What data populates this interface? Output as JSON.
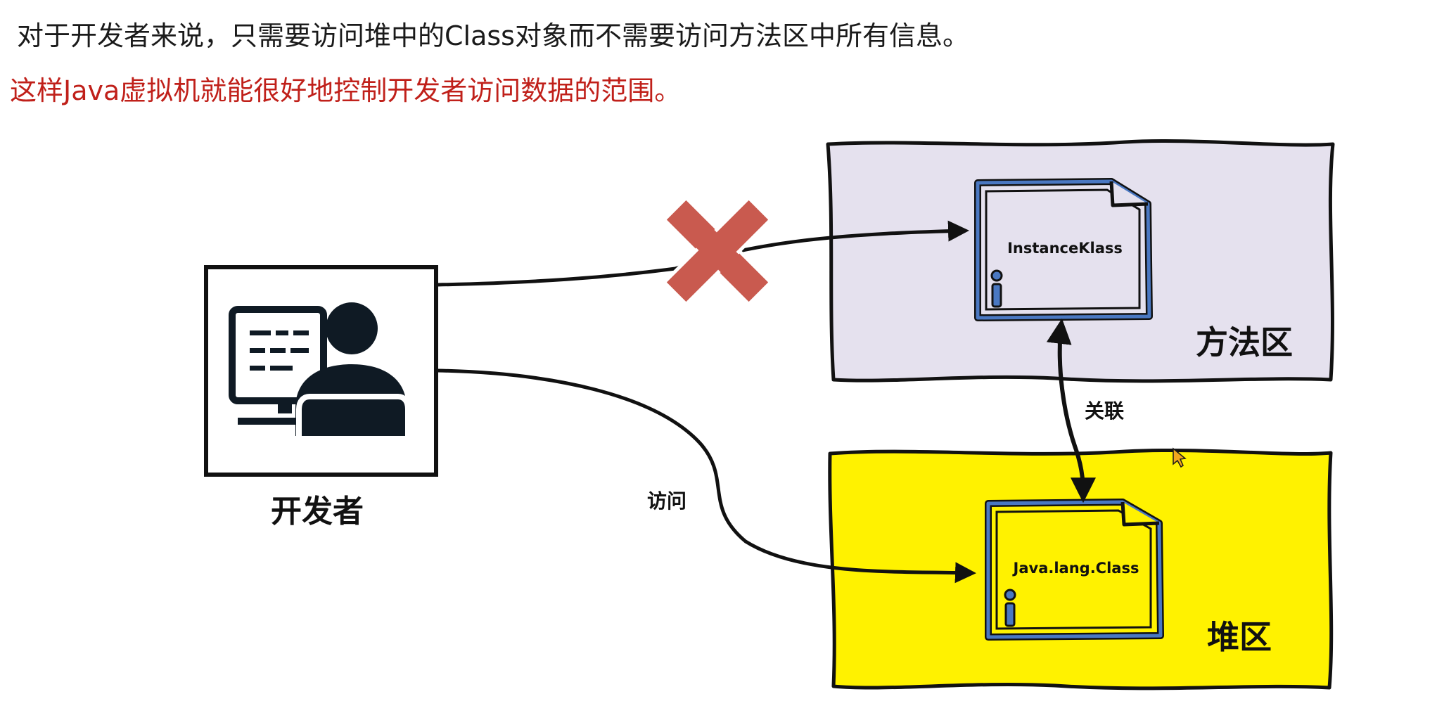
{
  "header": {
    "line1": "对于开发者来说，只需要访问堆中的Class对象而不需要访问方法区中所有信息。",
    "line2": "这样Java虚拟机就能很好地控制开发者访问数据的范围。"
  },
  "diagram": {
    "developer_label": "开发者",
    "method_area_label": "方法区",
    "heap_label": "堆区",
    "instance_klass_label": "InstanceKlass",
    "class_object_label": "Java.lang.Class",
    "access_label": "访问",
    "association_label": "关联"
  },
  "colors": {
    "accent_red": "#c0201a",
    "method_area_fill": "#e5e1ee",
    "heap_fill": "#fff200",
    "doc_blue": "#4a78c2",
    "cross_red": "#c95a4f"
  },
  "icons": [
    "developer-icon",
    "document-icon",
    "cross-icon",
    "cursor-icon"
  ]
}
